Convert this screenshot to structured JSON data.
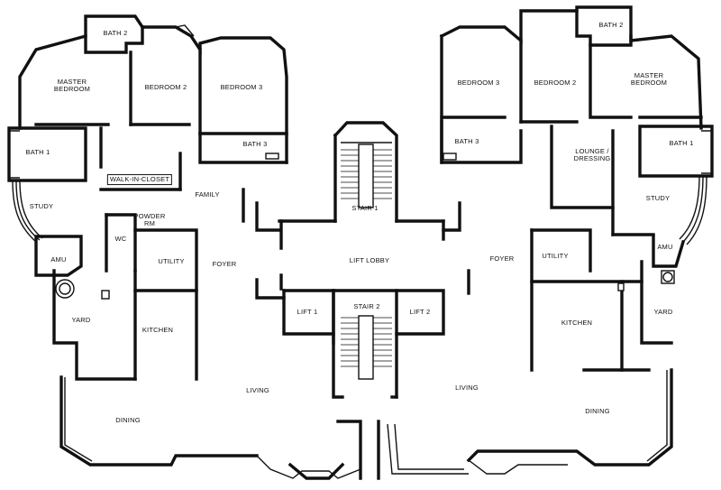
{
  "rooms": {
    "left": {
      "bath2": "BATH 2",
      "master_bedroom": "MASTER\nBEDROOM",
      "bedroom2": "BEDROOM 2",
      "bedroom3": "BEDROOM 3",
      "bath1": "BATH 1",
      "bath3": "BATH 3",
      "walk_in_closet": "WALK-IN-CLOSET",
      "study": "STUDY",
      "family": "FAMILY",
      "powder_rm": "POWDER\nRM",
      "wc": "WC",
      "amu": "AMU",
      "utility": "UTILITY",
      "foyer": "FOYER",
      "yard": "YARD",
      "kitchen": "KITCHEN",
      "living": "LIVING",
      "dining": "DINING"
    },
    "core": {
      "stair1": "STAIR 1",
      "lift_lobby": "LIFT LOBBY",
      "lift1": "LIFT 1",
      "stair2": "STAIR 2",
      "lift2": "LIFT 2"
    },
    "right": {
      "bath2": "BATH 2",
      "bedroom3": "BEDROOM 3",
      "bedroom2": "BEDROOM 2",
      "master_bedroom": "MASTER\nBEDROOM",
      "bath3": "BATH 3",
      "lounge_dressing": "LOUNGE /\nDRESSING",
      "bath1": "BATH 1",
      "study": "STUDY",
      "amu": "AMU",
      "utility": "UTILITY",
      "foyer": "FOYER",
      "kitchen": "KITCHEN",
      "yard": "YARD",
      "living": "LIVING",
      "dining": "DINING"
    }
  }
}
